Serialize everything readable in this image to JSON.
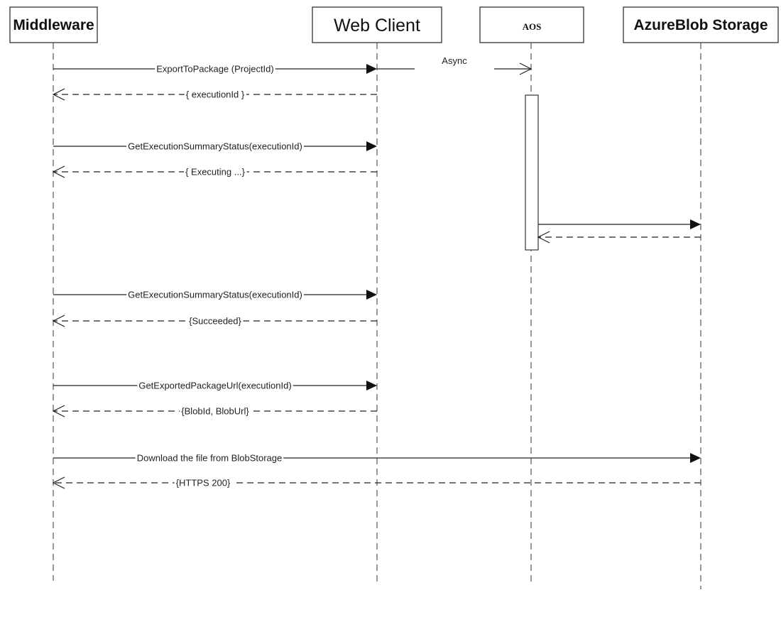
{
  "participants": [
    {
      "id": "middleware",
      "label": "Middleware"
    },
    {
      "id": "webclient",
      "label": "Web Client"
    },
    {
      "id": "aos",
      "label": "AOS"
    },
    {
      "id": "blob",
      "label": "AzureBlob Storage"
    }
  ],
  "messages": [
    {
      "id": "export-to-package",
      "label": "ExportToPackage (ProjectId)",
      "from": "middleware",
      "to": "webclient",
      "kind": "call"
    },
    {
      "id": "async-call",
      "label": "Async",
      "from": "webclient",
      "to": "aos",
      "kind": "async"
    },
    {
      "id": "return-execution-id",
      "label": "{ executionId }",
      "from": "webclient",
      "to": "middleware",
      "kind": "reply"
    },
    {
      "id": "get-status-1",
      "label": "GetExecutionSummaryStatus(executionId)",
      "from": "middleware",
      "to": "webclient",
      "kind": "call"
    },
    {
      "id": "return-executing",
      "label": "{ Executing ...}",
      "from": "webclient",
      "to": "middleware",
      "kind": "reply"
    },
    {
      "id": "aos-to-blob",
      "label": "",
      "from": "aos",
      "to": "blob",
      "kind": "call"
    },
    {
      "id": "blob-to-aos",
      "label": "",
      "from": "blob",
      "to": "aos",
      "kind": "reply"
    },
    {
      "id": "get-status-2",
      "label": "GetExecutionSummaryStatus(executionId)",
      "from": "middleware",
      "to": "webclient",
      "kind": "call"
    },
    {
      "id": "return-succeeded",
      "label": "{Succeeded}",
      "from": "webclient",
      "to": "middleware",
      "kind": "reply"
    },
    {
      "id": "get-package-url",
      "label": "GetExportedPackageUrl(executionId)",
      "from": "middleware",
      "to": "webclient",
      "kind": "call"
    },
    {
      "id": "return-blob",
      "label": "{BlobId, BlobUrl}",
      "from": "webclient",
      "to": "middleware",
      "kind": "reply"
    },
    {
      "id": "download-file",
      "label": "Download the file from BlobStorage",
      "from": "middleware",
      "to": "blob",
      "kind": "call"
    },
    {
      "id": "return-https",
      "label": "{HTTPS 200}",
      "from": "blob",
      "to": "middleware",
      "kind": "reply"
    }
  ]
}
